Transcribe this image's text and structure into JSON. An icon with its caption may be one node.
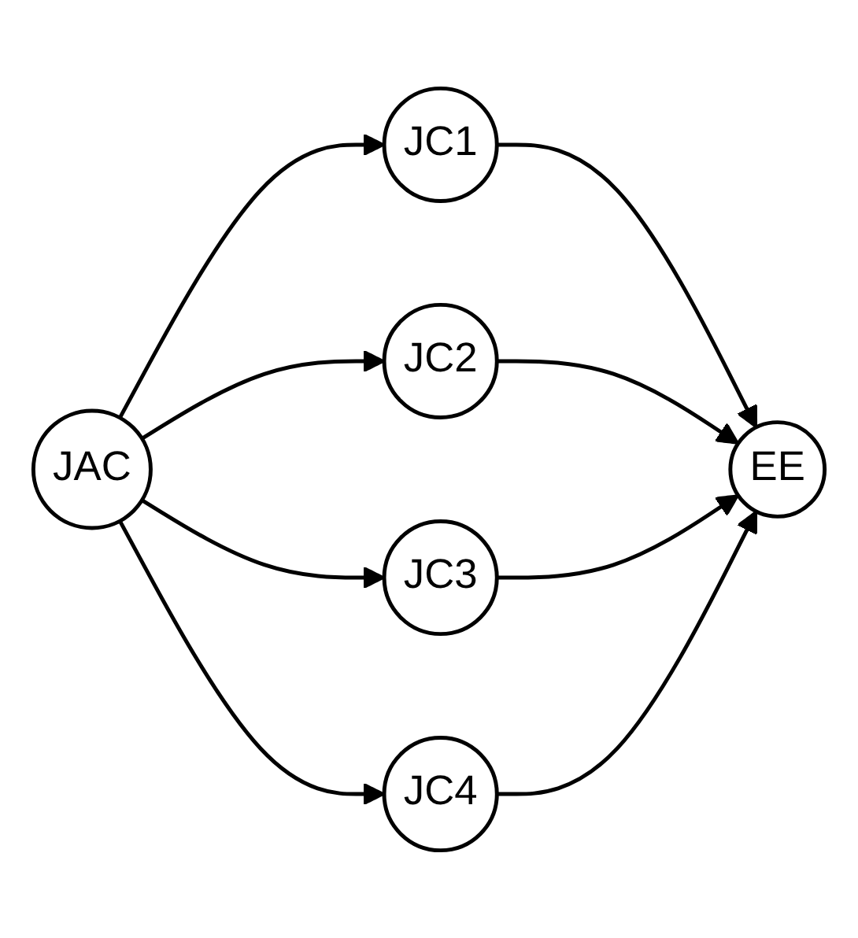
{
  "diagram": {
    "nodes": [
      {
        "text": [
          "JAC"
        ]
      },
      {
        "text": [
          "JC1"
        ]
      },
      {
        "text": [
          "JC2"
        ]
      },
      {
        "text": [
          "JC3"
        ]
      },
      {
        "text": [
          "JC4"
        ]
      },
      {
        "text": [
          "EE"
        ]
      }
    ],
    "edges": [
      {
        "from": 0,
        "to": 1,
        "arrow": "to"
      },
      {
        "from": 0,
        "to": 2,
        "arrow": "to"
      },
      {
        "from": 0,
        "to": 3,
        "arrow": "to"
      },
      {
        "from": 0,
        "to": 4,
        "arrow": "to"
      },
      {
        "from": 1,
        "to": 5,
        "arrow": "to"
      },
      {
        "from": 2,
        "to": 5,
        "arrow": "to"
      },
      {
        "from": 3,
        "to": 5,
        "arrow": "to"
      },
      {
        "from": 4,
        "to": 5,
        "arrow": "to"
      }
    ]
  }
}
